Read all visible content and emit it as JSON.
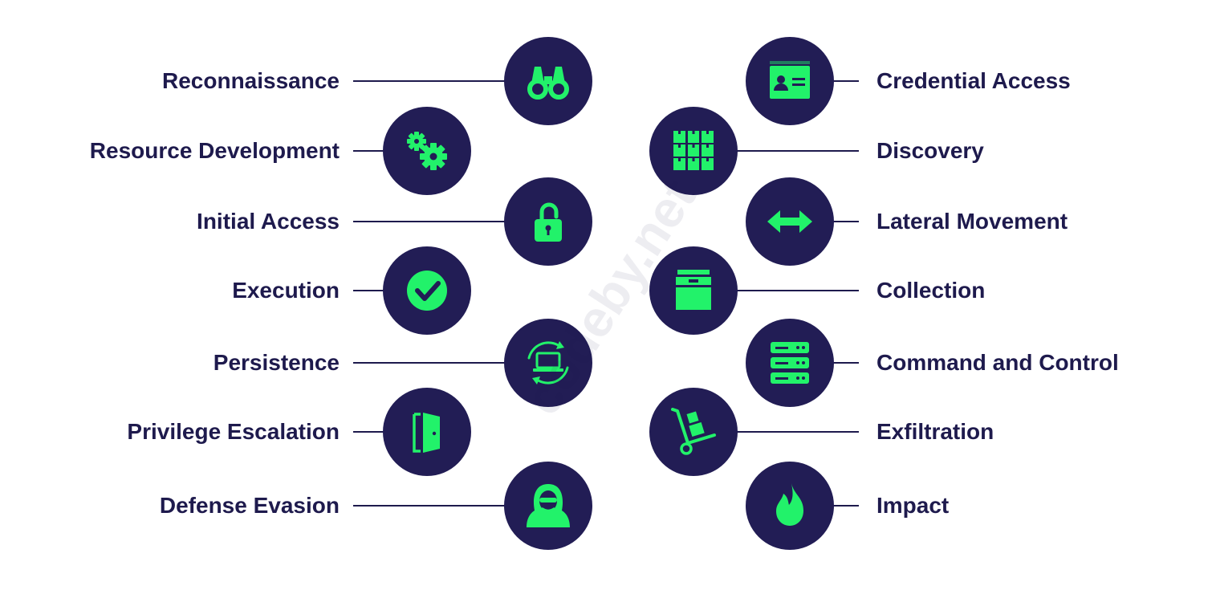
{
  "colors": {
    "circle": "#221d55",
    "icon": "#22f26a",
    "line": "#1e1a4d",
    "text": "#1e1a4d",
    "background": "#ffffff"
  },
  "watermark": "codeby.net",
  "left_items": [
    {
      "label": "Reconnaissance",
      "icon": "binoculars-icon"
    },
    {
      "label": "Resource Development",
      "icon": "gears-icon"
    },
    {
      "label": "Initial Access",
      "icon": "unlocked-padlock-icon"
    },
    {
      "label": "Execution",
      "icon": "checkmark-icon"
    },
    {
      "label": "Persistence",
      "icon": "laptop-refresh-icon"
    },
    {
      "label": "Privilege Escalation",
      "icon": "open-door-icon"
    },
    {
      "label": "Defense Evasion",
      "icon": "hooded-hacker-icon"
    }
  ],
  "right_items": [
    {
      "label": "Credential Access",
      "icon": "id-card-icon"
    },
    {
      "label": "Discovery",
      "icon": "boxes-grid-icon"
    },
    {
      "label": "Lateral Movement",
      "icon": "double-arrow-icon"
    },
    {
      "label": "Collection",
      "icon": "archive-box-icon"
    },
    {
      "label": "Command and Control",
      "icon": "server-rack-icon"
    },
    {
      "label": "Exfiltration",
      "icon": "hand-truck-icon"
    },
    {
      "label": "Impact",
      "icon": "flame-icon"
    }
  ]
}
